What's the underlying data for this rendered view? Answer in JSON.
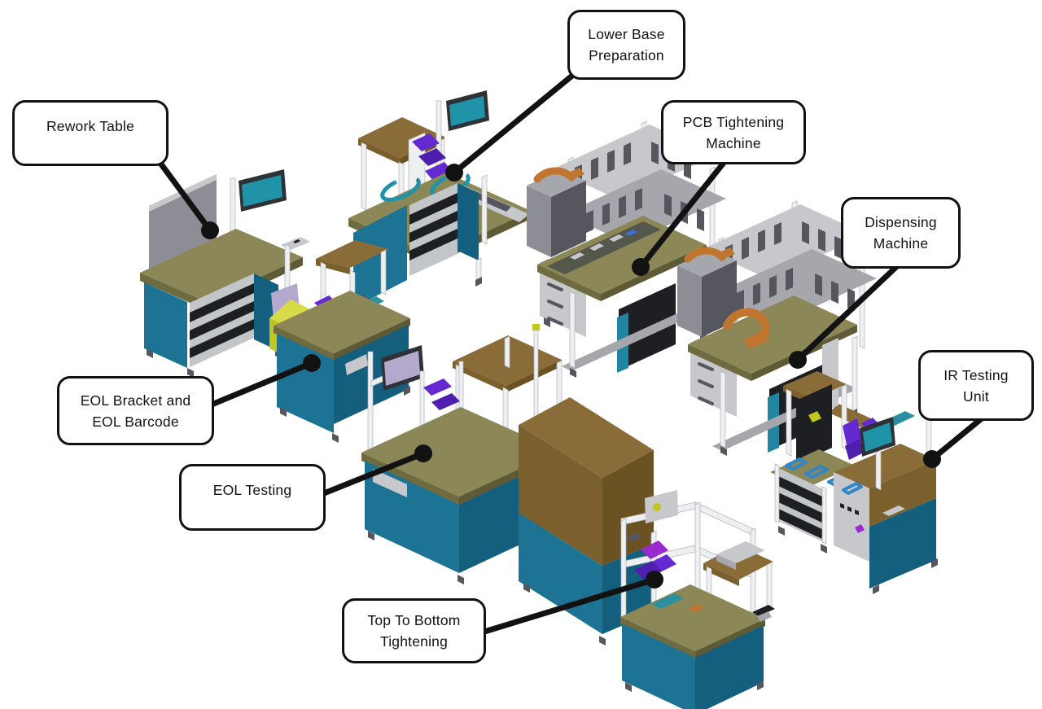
{
  "palette": {
    "paper": "#ffffff",
    "ink": "#121212",
    "teal-light": "#1d7394",
    "teal-dark": "#135f7d",
    "teal-mid": "#1f85a0",
    "teal-board": "#2a8fa0",
    "olive-top": "#8b8756",
    "olive-edge": "#6f6b41",
    "olive-edge2": "#5d5a35",
    "brown-top": "#8a6c38",
    "brown-face": "#7b5f2d",
    "brown-dark": "#6a5222",
    "gray-panel": "#8d8d95",
    "gray-light": "#c7c8cc",
    "gray-mid": "#a6a7ad",
    "gray-dark": "#55565e",
    "frame-white": "#edeff0",
    "frame-stroke": "#aeb2b6",
    "shelf-black": "#1e1f23",
    "shelf-bg": "#c3c6c9",
    "screen-teal": "#2093a9",
    "screen-frame": "#2e3237",
    "purple": "#6529d2",
    "purple-dark": "#4e1fae",
    "magenta": "#9b2ace",
    "yellow": "#c2c720",
    "yellow-light": "#d7db48",
    "yellow-dark": "#a5aa10",
    "orange": "#c0762e",
    "blue-glyph": "#2f86c8",
    "item-blue": "#3a6fd8",
    "lavender": "#b4a8cd",
    "conveyor": "#55564c"
  },
  "callouts": [
    {
      "id": "rework-table",
      "lines": [
        "Rework Table"
      ]
    },
    {
      "id": "lower-base-preparation",
      "lines": [
        "Lower Base",
        "Preparation"
      ]
    },
    {
      "id": "pcb-tightening-machine",
      "lines": [
        "PCB Tightening",
        "Machine"
      ]
    },
    {
      "id": "dispensing-machine",
      "lines": [
        "Dispensing",
        "Machine"
      ]
    },
    {
      "id": "ir-testing-unit",
      "lines": [
        "IR Testing",
        "Unit"
      ]
    },
    {
      "id": "eol-bracket-and-eol-barcode",
      "lines": [
        "EOL Bracket and",
        "EOL Barcode"
      ]
    },
    {
      "id": "eol-testing",
      "lines": [
        "EOL Testing"
      ]
    },
    {
      "id": "top-to-bottom-tightening",
      "lines": [
        "Top To Bottom",
        "Tightening"
      ]
    }
  ]
}
